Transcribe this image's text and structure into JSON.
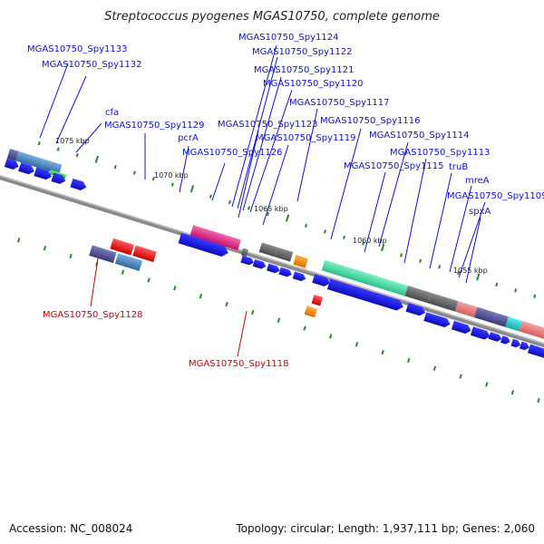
{
  "title": "Streptococcus pyogenes MGAS10750, complete genome",
  "footer": {
    "accession": "Accession: NC_008024",
    "topology": "Topology: circular; Length: 1,937,111 bp; Genes: 2,060"
  },
  "scale_labels": [
    "1075 kbp",
    "1070 kbp",
    "1065 kbp",
    "1060 kbp",
    "1055 kbp"
  ],
  "gene_labels": [
    {
      "text": "MGAS10750_Spy1133",
      "color": "blue"
    },
    {
      "text": "MGAS10750_Spy1132",
      "color": "blue"
    },
    {
      "text": "cfa",
      "color": "blue"
    },
    {
      "text": "MGAS10750_Spy1129",
      "color": "blue"
    },
    {
      "text": "pcrA",
      "color": "blue"
    },
    {
      "text": "MGAS10750_Spy1126",
      "color": "blue"
    },
    {
      "text": "MGAS10750_Spy1124",
      "color": "blue"
    },
    {
      "text": "MGAS10750_Spy1122",
      "color": "blue"
    },
    {
      "text": "MGAS10750_Spy1121",
      "color": "blue"
    },
    {
      "text": "MGAS10750_Spy1120",
      "color": "blue"
    },
    {
      "text": "MGAS10750_Spy1117",
      "color": "blue"
    },
    {
      "text": "MGAS10750_Spy1123",
      "color": "blue"
    },
    {
      "text": "MGAS10750_Spy1119",
      "color": "blue"
    },
    {
      "text": "MGAS10750_Spy1116",
      "color": "blue"
    },
    {
      "text": "MGAS10750_Spy1114",
      "color": "blue"
    },
    {
      "text": "MGAS10750_Spy1113",
      "color": "blue"
    },
    {
      "text": "MGAS10750_Spy1115",
      "color": "blue"
    },
    {
      "text": "truB",
      "color": "blue"
    },
    {
      "text": "mreA",
      "color": "blue"
    },
    {
      "text": "MGAS10750_Spy1109",
      "color": "blue"
    },
    {
      "text": "spxA",
      "color": "blue"
    },
    {
      "text": "MGAS10750_Spy1128",
      "color": "red"
    },
    {
      "text": "MGAS10750_Spy1118",
      "color": "red"
    }
  ],
  "colors": {
    "backbone": "#8a8a8a",
    "cds": "#1a1aee",
    "label_blue": "#1010cc",
    "label_red": "#cc0000",
    "tick": "#2a8a2a",
    "rrna_pink": "#e8358f",
    "trna_red": "#ee1111",
    "teal": "#3fd9a0",
    "gray": "#666666",
    "salmon": "#ee7a7a",
    "orange": "#ff8800",
    "slate": "#5a5a9a",
    "steel": "#4a86c0",
    "cyan": "#19c8c8"
  }
}
